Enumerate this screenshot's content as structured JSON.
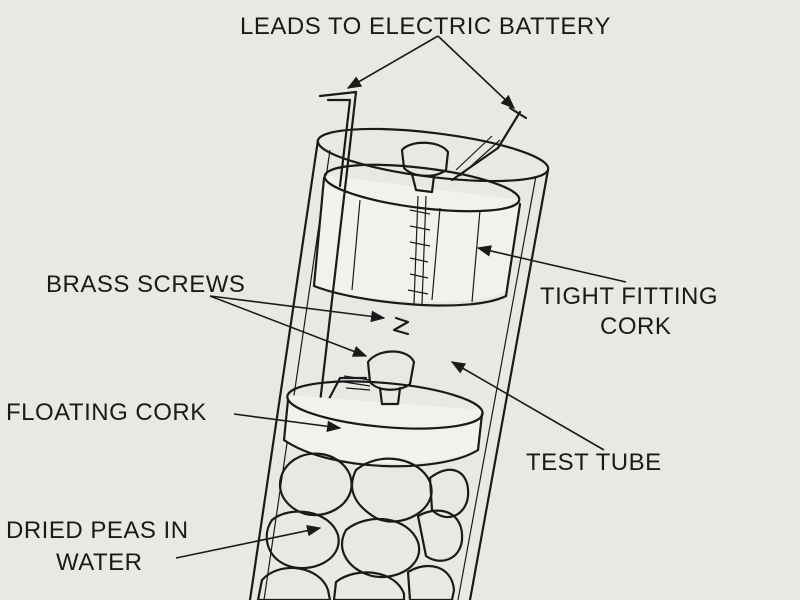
{
  "labels": {
    "leads": "LEADS TO ELECTRIC BATTERY",
    "brass_screws": "BRASS SCREWS",
    "tight_cork_line1": "TIGHT FITTING",
    "tight_cork_line2": "CORK",
    "floating_cork": "FLOATING CORK",
    "test_tube": "TEST TUBE",
    "dried_peas_line1": "DRIED PEAS IN",
    "dried_peas_line2": "WATER"
  },
  "colors": {
    "paper": "#e9e8e3",
    "ink": "#1a1a1a",
    "cork": "#f2f1ec",
    "glass": "#dcdbd5"
  }
}
